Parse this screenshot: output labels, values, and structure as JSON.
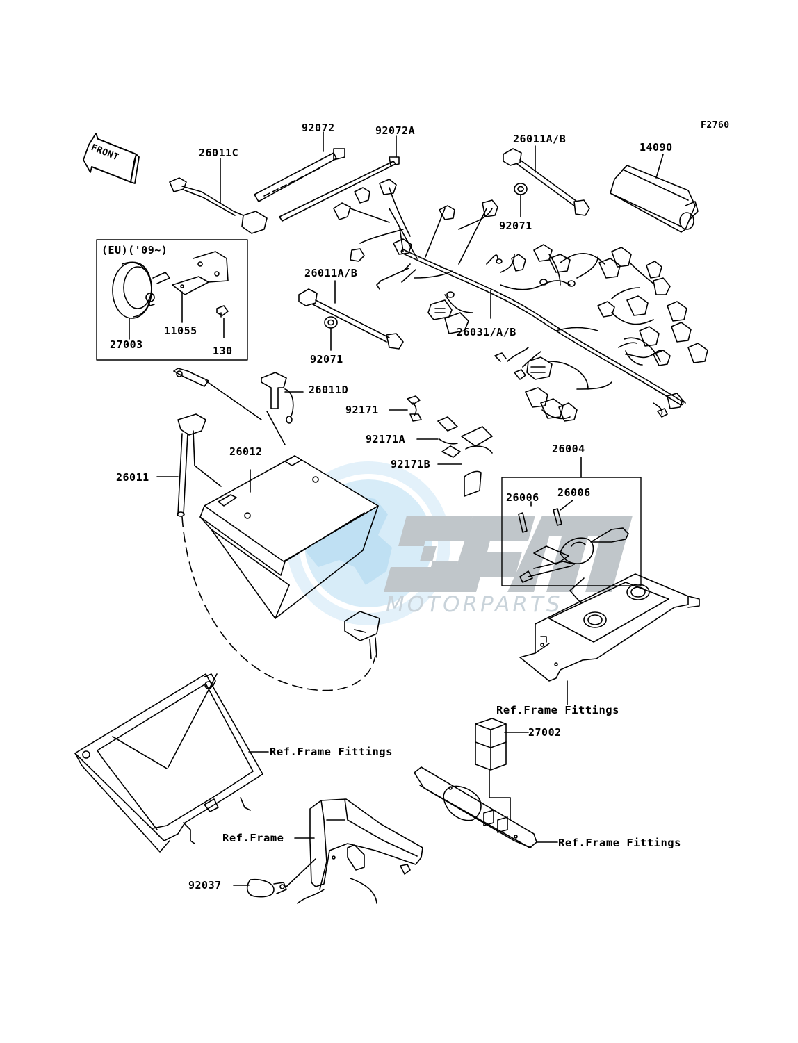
{
  "diagram_code": "F2760",
  "front_label": "FRONT",
  "eu_box_label": "(EU)('09~)",
  "watermark": {
    "brand": "OSM",
    "subtitle": "MOTORPARTS"
  },
  "part_labels": {
    "p92072": "92072",
    "p92072a": "92072A",
    "p26011ab_top": "26011A/B",
    "p14090": "14090",
    "p26011c": "26011C",
    "p92071_top": "92071",
    "p26011ab_mid": "26011A/B",
    "p26031": "26031/A/B",
    "p92071_mid": "92071",
    "p27003": "27003",
    "p11055": "11055",
    "p130": "130",
    "p26011d": "26011D",
    "p92171": "92171",
    "p92171a": "92171A",
    "p92171b": "92171B",
    "p26012": "26012",
    "p26011": "26011",
    "p26004": "26004",
    "p26006_left": "26006",
    "p26006_right": "26006",
    "p27002": "27002",
    "p92037": "92037"
  },
  "ref_labels": {
    "frame_fittings_right": "Ref.Frame Fittings",
    "frame_fittings_left": "Ref.Frame Fittings",
    "frame": "Ref.Frame",
    "frame_fittings_bottom": "Ref.Frame Fittings"
  }
}
